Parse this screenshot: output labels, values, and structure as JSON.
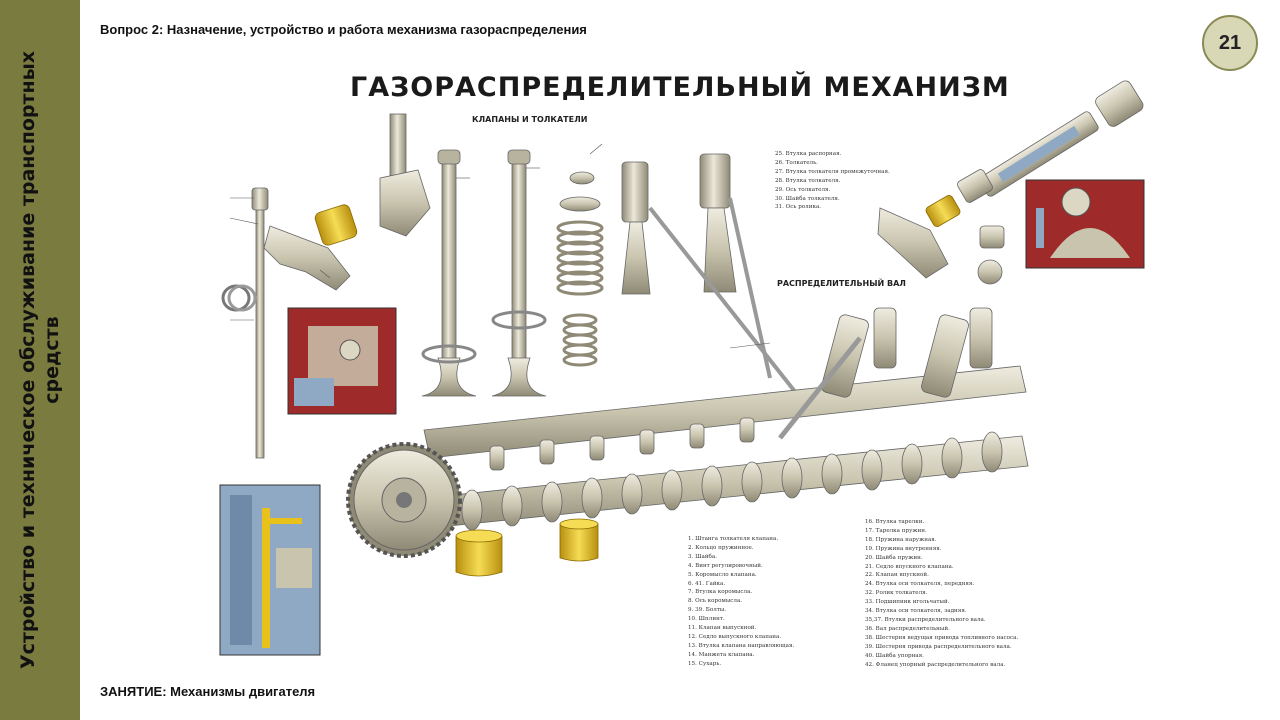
{
  "sidebar": {
    "title": "Устройство и техническое обслуживание транспортных средств"
  },
  "header": {
    "question": "Вопрос 2: Назначение, устройство и работа механизма газораспределения"
  },
  "footer": {
    "lesson": "ЗАНЯТИЕ: Механизмы двигателя"
  },
  "slide_number": "21",
  "poster": {
    "title": "ГАЗОРАСПРЕДЕЛИТЕЛЬНЫЙ МЕХАНИЗМ",
    "label_valves": "КЛАПАНЫ И ТОЛКАТЕЛИ",
    "label_camshaft": "РАСПРЕДЕЛИТЕЛЬНЫЙ ВАЛ",
    "legend_top": [
      "25. Втулка распорная.",
      "26. Толкатель.",
      "27. Втулка толкателя промежуточная.",
      "28. Втулка толкателя.",
      "29. Ось толкателя.",
      "30. Шайба толкателя.",
      "31. Ось ролика."
    ],
    "legend_left": [
      "1. Штанга толкателя клапана.",
      "2. Кольцо пружинное.",
      "3. Шайба.",
      "4. Винт регулировочный.",
      "5. Коромысло клапана.",
      "6. 41. Гайка.",
      "7. Втулка коромысла.",
      "8. Ось коромысла.",
      "9. 39. Болты.",
      "10. Шплинт.",
      "11. Клапан выпускной.",
      "12. Седло выпускного клапана.",
      "13. Втулка клапана направляющая.",
      "14. Манжета клапана.",
      "15. Сухарь."
    ],
    "legend_right": [
      "16. Втулка тарелки.",
      "17. Тарелка пружин.",
      "18. Пружина наружная.",
      "19. Пружина внутренняя.",
      "20. Шайба пружин.",
      "21. Седло впускного клапана.",
      "22. Клапан впускной.",
      "24. Втулка оси толкателя, передняя.",
      "32. Ролик толкателя.",
      "33. Подшипник игольчатый.",
      "34. Втулка оси толкателя, задняя.",
      "35,37. Втулки распределительного вала.",
      "36. Вал распределительный.",
      "38. Шестерня ведущая привода топливного насоса.",
      "39. Шестерня привода распределительного вала.",
      "40. Шайба упорная.",
      "42. Фланец упорный распределительного вала."
    ]
  },
  "colors": {
    "sidebar": "#7a7b3f",
    "badge": "#d9d8b6",
    "steel": "#c9c4ae",
    "brass": "#e8c21a",
    "cutaway": "#9e2a2a"
  }
}
